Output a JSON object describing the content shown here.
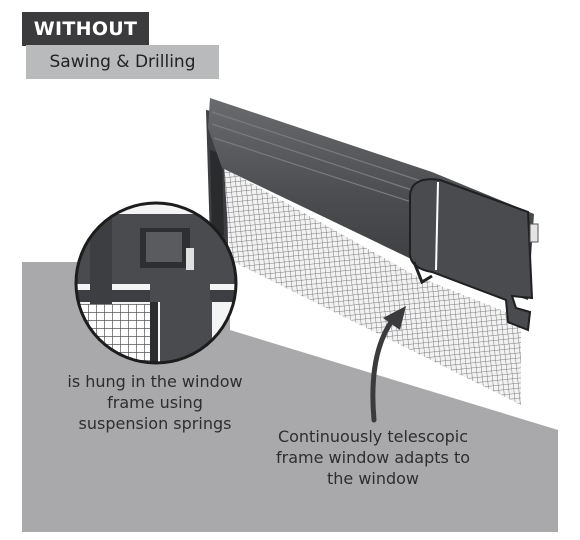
{
  "header": {
    "badge": "WITHOUT",
    "subtitle": "Sawing & Drilling"
  },
  "captions": {
    "suspension": [
      "is hung in the window",
      "frame using",
      "suspension springs"
    ],
    "telescopic": [
      "Continuously telescopic",
      "frame window adapts to",
      "the window"
    ]
  },
  "colors": {
    "badge_dark": "#3b3b3d",
    "badge_light": "#b9babc",
    "wall_grey": "#a9a9ab",
    "profile_dark": "#4a4b4e",
    "mesh": "#7c7c7e"
  },
  "icons": [
    "curved-arrow-icon",
    "magnifier-detail-circle"
  ]
}
